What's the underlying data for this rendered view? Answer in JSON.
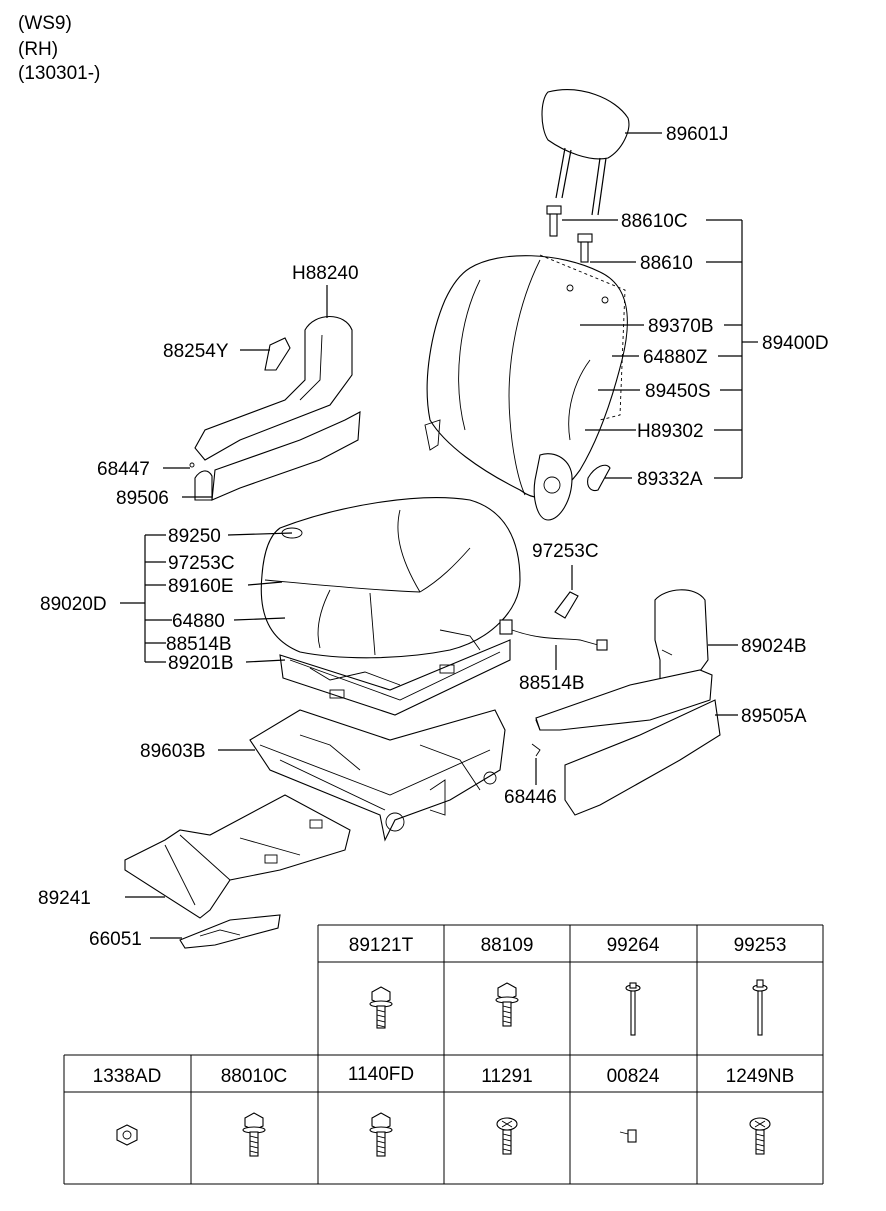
{
  "header": {
    "line1": "(WS9)",
    "line2": "(RH)",
    "line3": "(130301-)"
  },
  "callouts": {
    "c89601J": "89601J",
    "c88610C": "88610C",
    "c88610": "88610",
    "cH88240": "H88240",
    "c89370B": "89370B",
    "c89400D": "89400D",
    "c88254Y": "88254Y",
    "c64880Z": "64880Z",
    "c89450S": "89450S",
    "cH89302": "H89302",
    "c68447": "68447",
    "c89332A": "89332A",
    "c89506": "89506",
    "c89250": "89250",
    "c97253C_a": "97253C",
    "c97253C_b": "97253C",
    "c89160E": "89160E",
    "c89020D": "89020D",
    "c64880": "64880",
    "c88514B_a": "88514B",
    "c89201B": "89201B",
    "c89024B": "89024B",
    "c88514B_b": "88514B",
    "c89505A": "89505A",
    "c89603B": "89603B",
    "c68446": "68446",
    "c89241": "89241",
    "c66051": "66051"
  },
  "fastener_table": {
    "row1": [
      "89121T",
      "88109",
      "99264",
      "99253"
    ],
    "row2": [
      "1338AD",
      "88010C",
      "1140FD",
      "11291",
      "00824",
      "1249NB"
    ]
  }
}
